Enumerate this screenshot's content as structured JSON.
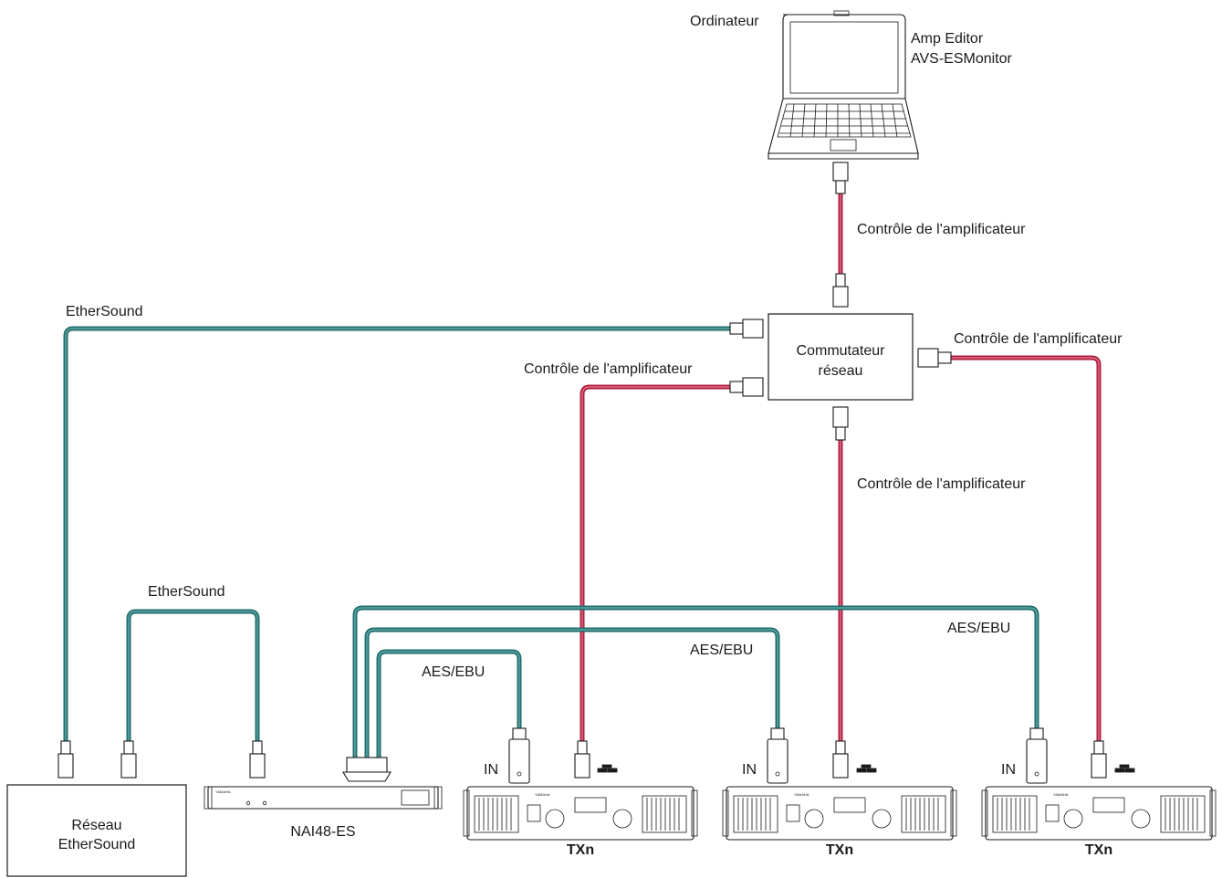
{
  "labels": {
    "computer": "Ordinateur",
    "software_1": "Amp Editor",
    "software_2": "AVS-ESMonitor",
    "amp_control_top": "Contrôle de l'amplificateur",
    "amp_control_right": "Contrôle de l'amplificateur",
    "amp_control_left": "Contrôle de l'amplificateur",
    "amp_control_bottom": "Contrôle de l'amplificateur",
    "ethersound_top": "EtherSound",
    "ethersound_mid": "EtherSound",
    "switch_line1": "Commutateur",
    "switch_line2": "réseau",
    "network_line1": "Réseau",
    "network_line2": "EtherSound",
    "nai_name": "NAI48-ES",
    "aes_1": "AES/EBU",
    "aes_2": "AES/EBU",
    "aes_3": "AES/EBU",
    "in_1": "IN",
    "in_2": "IN",
    "in_3": "IN",
    "txn_1": "TXn",
    "txn_2": "TXn",
    "txn_3": "TXn",
    "brand": "YAMAHA"
  },
  "colors": {
    "ethersound_cable": "#1f6e6e",
    "control_cable": "#b01c3c"
  }
}
